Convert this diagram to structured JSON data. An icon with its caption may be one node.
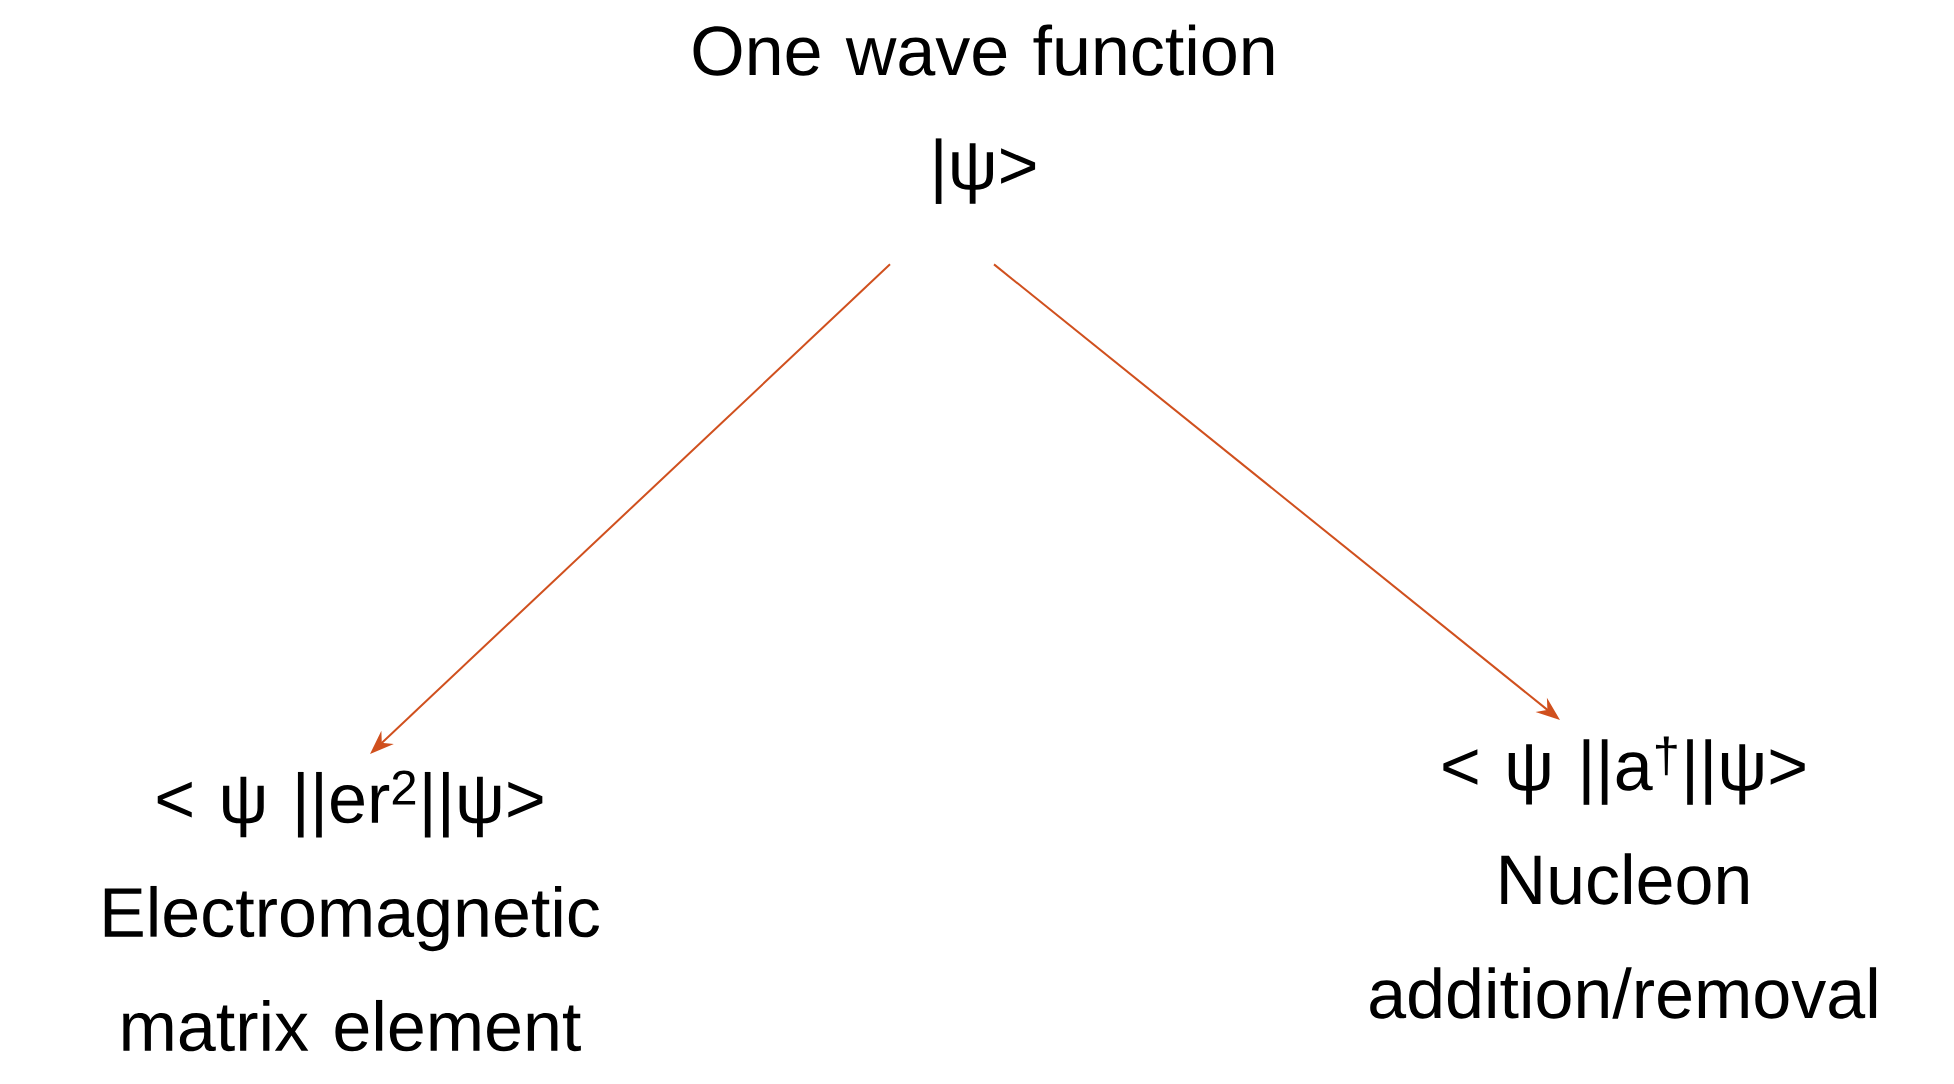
{
  "diagram": {
    "nodes": [
      {
        "text": [
          "One wave function",
          "|ψ>"
        ]
      },
      {
        "text": [
          "< ψ ||er$^{2}$||ψ>",
          "Electromagnetic matrix element"
        ]
      },
      {
        "text": [
          "< ψ ||a$^{†}$||ψ>",
          "Nucleon addition/removal"
        ]
      }
    ],
    "edges": [
      {
        "from": 0,
        "to": 1,
        "arrow": "to",
        "color": "#d0501e"
      },
      {
        "from": 0,
        "to": 2,
        "arrow": "to",
        "color": "#d0501e"
      }
    ]
  }
}
